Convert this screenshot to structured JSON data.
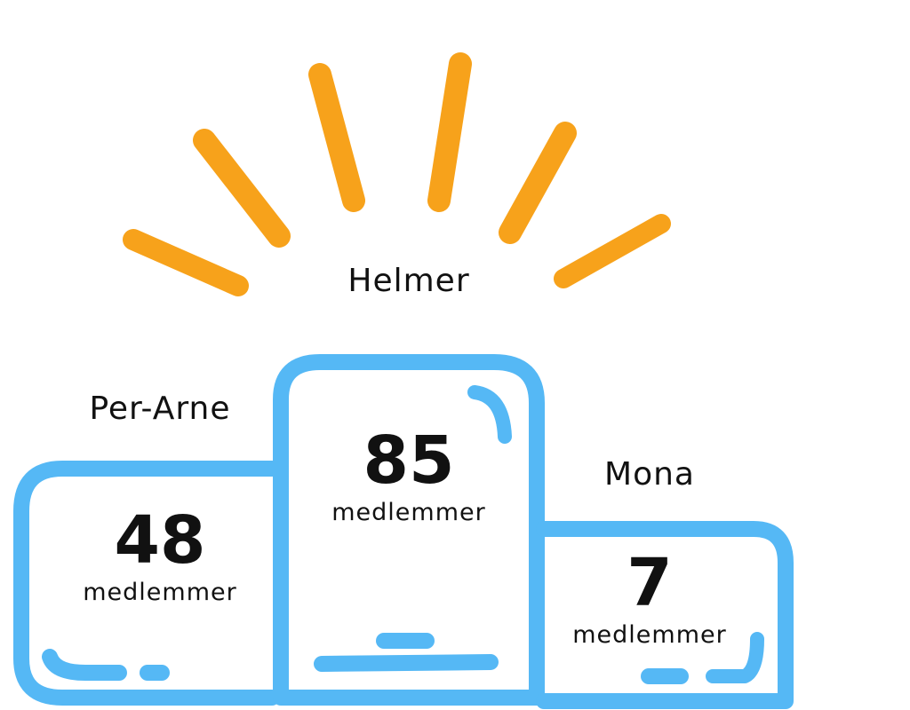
{
  "colors": {
    "podium": "#55B8F5",
    "rays": "#F7A21B",
    "text": "#111111"
  },
  "places": {
    "first": {
      "name": "Helmer",
      "count": "85",
      "unit": "medlemmer"
    },
    "second": {
      "name": "Per-Arne",
      "count": "48",
      "unit": "medlemmer"
    },
    "third": {
      "name": "Mona",
      "count": "7",
      "unit": "medlemmer"
    }
  }
}
